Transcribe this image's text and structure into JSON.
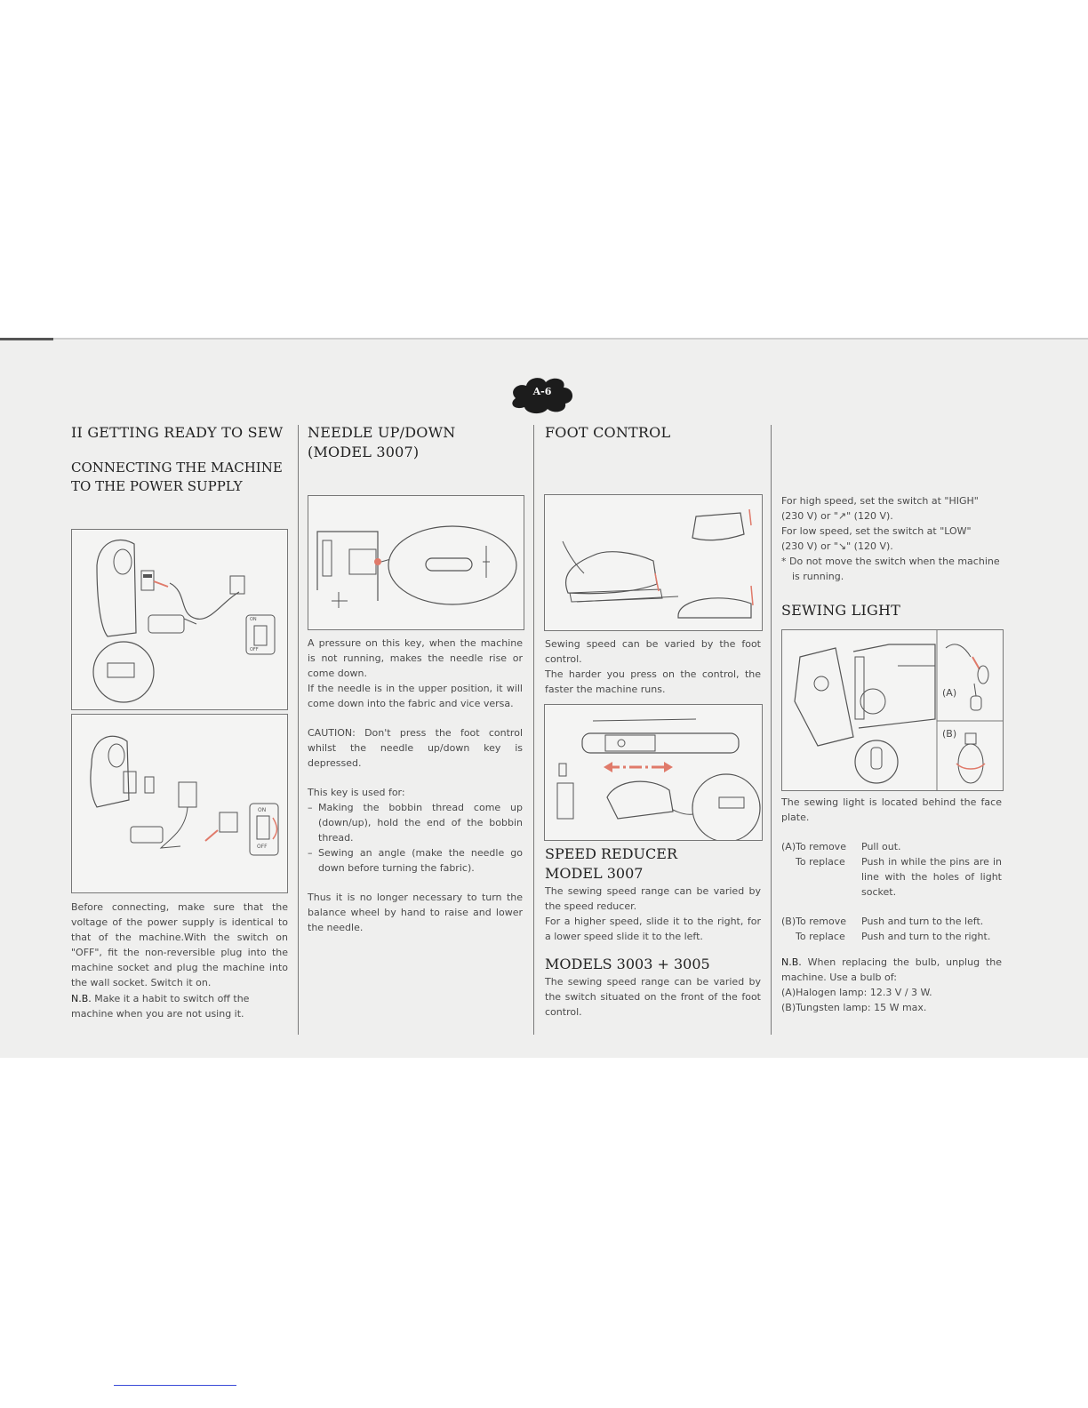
{
  "page_badge": "A-6",
  "col1": {
    "title": "II  GETTING READY TO SEW",
    "subtitle_line1": "CONNECTING THE MACHINE",
    "subtitle_line2": "TO THE POWER SUPPLY",
    "switch_labels": {
      "on": "ON",
      "off": "OFF"
    },
    "para": "Before connecting, make sure that the voltage of the power supply is identical to that of the machine.With the switch on \"OFF\", fit the non-reversible plug into the machine socket and plug the machine into the wall socket. Switch it on.",
    "nb_label": "N.B.",
    "nb_text": "Make it a habit to switch off the machine when you are not using it."
  },
  "col2": {
    "title_line1": "NEEDLE UP/DOWN",
    "title_line2": "(MODEL 3007)",
    "p1": "A pressure on this key,  when the machine is not running,  makes the needle rise or come down.",
    "p2": "If the needle is in the upper position,  it will come down into the fabric and vice versa.",
    "p3": "CAUTION: Don't press the foot control whilst the needle up/down key is depressed.",
    "p4": "This key is used for:",
    "items": [
      "Making the bobbin thread come up (down/up), hold the end of the bobbin thread.",
      "Sewing an angle (make the needle go down before turning the fabric)."
    ],
    "p5": "Thus it is no longer necessary to turn the balance wheel by hand to raise and lower the needle."
  },
  "col3": {
    "title": "FOOT CONTROL",
    "p1": "Sewing speed can be varied by the foot control.",
    "p2": "The harder you press on the control, the faster the machine runs.",
    "speed_title_line1": "SPEED REDUCER",
    "speed_title_line2": "MODEL 3007",
    "speed_p1": "The sewing speed range can be varied by the speed reducer.",
    "speed_p2": "For a higher speed, slide it to the right, for a lower speed slide it to the left.",
    "models_title": "MODELS 3003 + 3005",
    "models_p": "The sewing speed range can be varied by the switch situated on the front of the foot control."
  },
  "col4": {
    "high_line1": "For high speed, set the switch at \"HIGH\"",
    "high_line2": "(230 V) or  \"↗\" (120 V).",
    "low_line1": "For low speed, set the switch at \"LOW\"",
    "low_line2": "(230 V) or  \"↘\" (120 V).",
    "note": "*  Do not move the switch when the machine is running.",
    "light_title": "SEWING LIGHT",
    "fig_label_a": "(A)",
    "fig_label_b": "(B)",
    "light_p": "The sewing light is located behind the face plate.",
    "a_remove_lbl": "(A)To remove",
    "a_remove_val": "Pull out.",
    "a_replace_lbl": "To replace",
    "a_replace_val": "Push in while the pins are in line with the holes of light socket.",
    "b_remove_lbl": "(B)To remove",
    "b_remove_val": "Push and turn to the left.",
    "b_replace_lbl": "To replace",
    "b_replace_val": "Push and turn to the right.",
    "nb_label": "N.B.",
    "nb_text": "When replacing the bulb,  unplug the machine. Use a bulb of:",
    "lamp_a": "(A)Halogen lamp: 12.3 V / 3 W.",
    "lamp_b": "(B)Tungsten lamp: 15 W max."
  }
}
